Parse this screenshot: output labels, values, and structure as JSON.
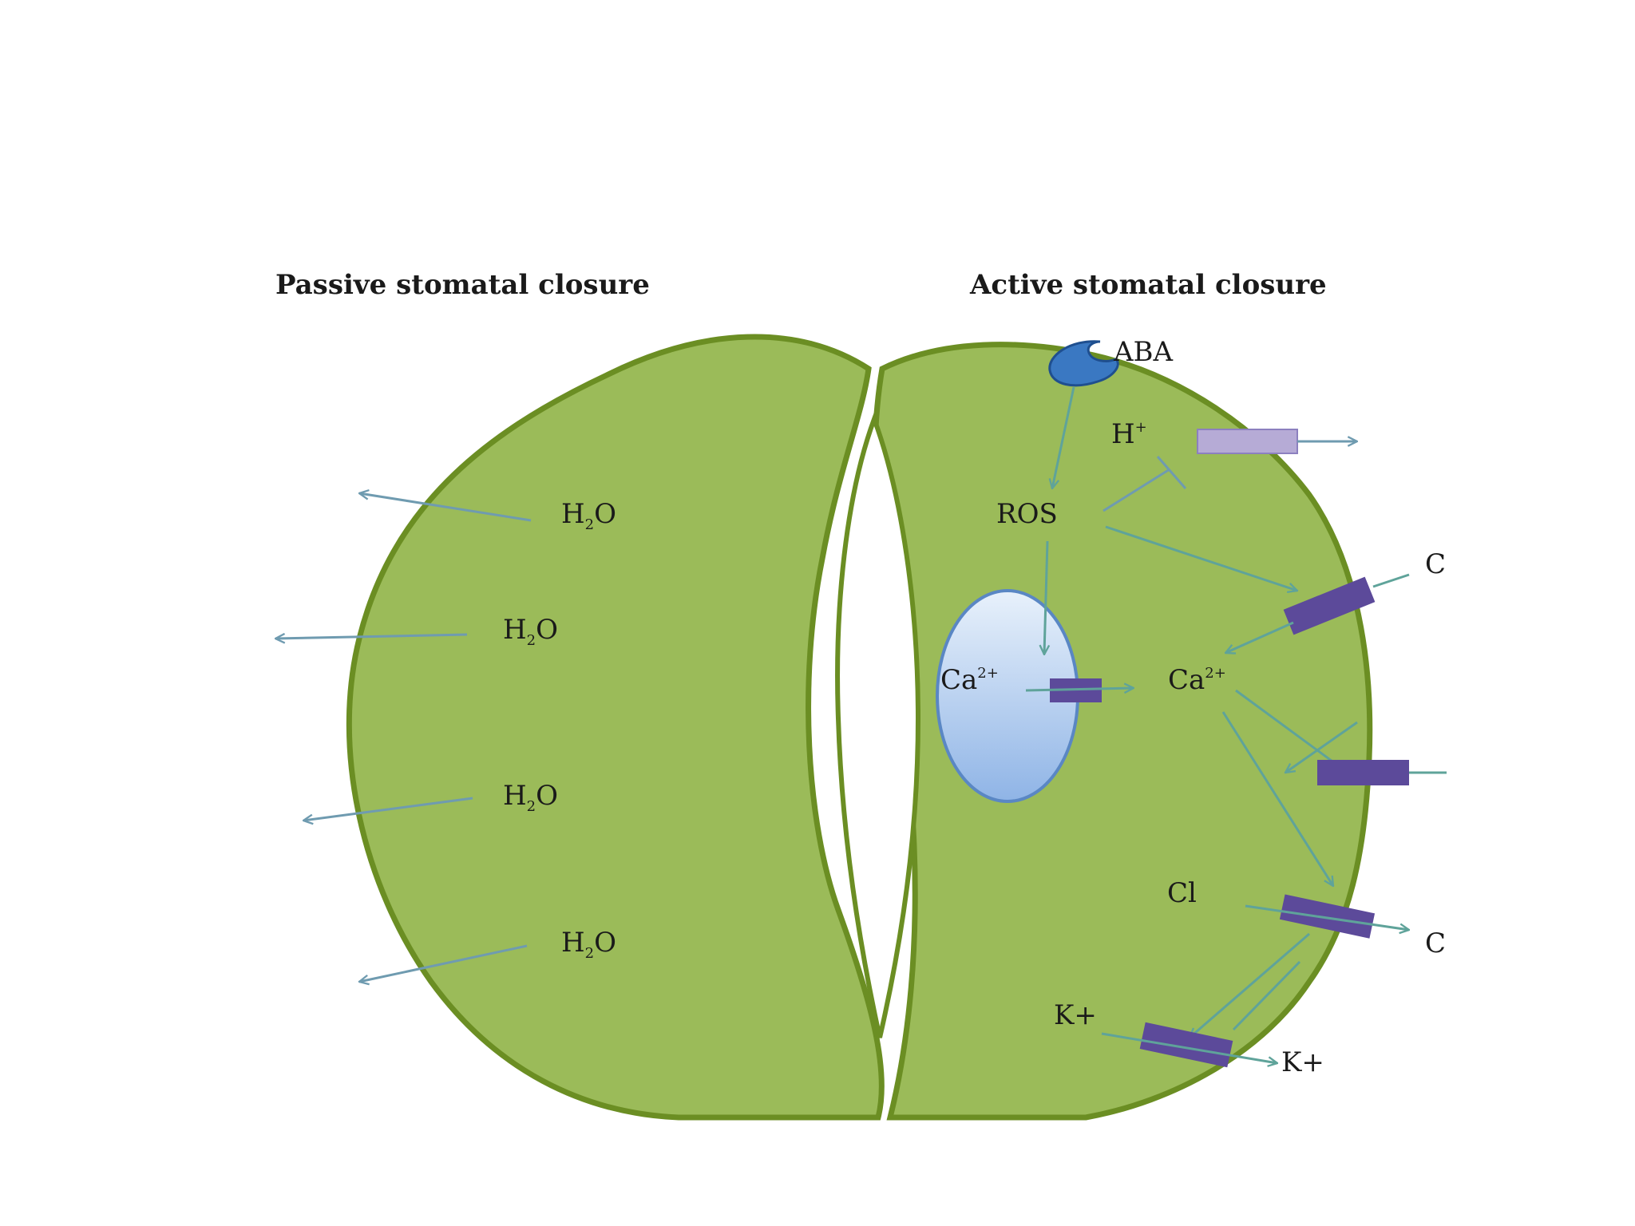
{
  "headings": {
    "passive": "Passive stomatal closure",
    "active": "Active stomatal closure"
  },
  "labels": {
    "aba": "ABA",
    "h_plus": "H",
    "h_plus_sup": "+",
    "ros": "ROS",
    "ca_vacuole": "Ca",
    "ca_vacuole_sup": "2+",
    "ca_cytosol": "Ca",
    "ca_cytosol_sup": "2+",
    "c_top": "C",
    "c_bottom": "C",
    "cl": "Cl",
    "k_in": "K+",
    "k_out": "K+",
    "water": [
      "H",
      "H",
      "H",
      "H"
    ],
    "water_sub": "2",
    "water_o": "O"
  },
  "colors": {
    "cell_fill": "#9bbb59",
    "cell_stroke": "#6b8e23",
    "vacuole_top": "#e8f1fb",
    "vacuole_bottom": "#8fb4e6",
    "vacuole_stroke": "#5a87c4",
    "channel": "#5c4a9a",
    "h_pump": "#b6abd6",
    "receptor": "#3a78c2",
    "arrow": "#6f9bb0"
  }
}
